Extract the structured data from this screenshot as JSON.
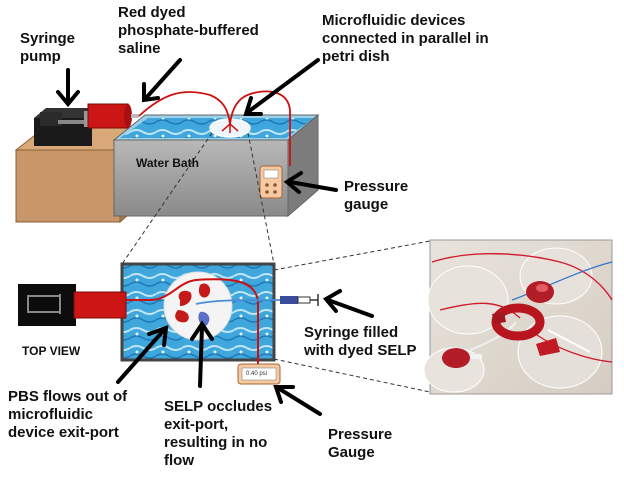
{
  "labels": {
    "syringe_pump": [
      "Syringe",
      "pump"
    ],
    "red_dyed_pbs": [
      "Red dyed",
      "phosphate-buffered",
      "saline"
    ],
    "microfluidic_parallel": [
      "Microfluidic devices",
      "connected in parallel in",
      "petri dish"
    ],
    "water_bath": "Water Bath",
    "pressure_gauge_top": [
      "Pressure",
      "gauge"
    ],
    "syringe_selp": [
      "Syringe filled",
      "with dyed SELP"
    ],
    "top_view": "TOP VIEW",
    "pbs_flows": [
      "PBS flows out of",
      "microfluidic",
      "device exit-port"
    ],
    "selp_occludes": [
      "SELP occludes",
      "exit-port,",
      "resulting in no",
      "flow"
    ],
    "pressure_gauge_bottom": [
      "Pressure",
      "Gauge"
    ]
  },
  "gauge_readout": "0.40 psi",
  "colors": {
    "tube_red": "#cc1111",
    "syringe_red": "#cc1616",
    "water_blue": "#3fa7dc",
    "bath_gray": "#9e9e9e",
    "pump_wood": "#c89668",
    "gauge_orange": "#f6c9a0",
    "tube_blue": "#4a8fd6",
    "arrow_black": "#000000"
  },
  "icons": [
    "syringe-pump-icon",
    "syringe-icon",
    "water-bath-icon",
    "petri-dish-icon",
    "pressure-gauge-icon",
    "photo-inset"
  ]
}
